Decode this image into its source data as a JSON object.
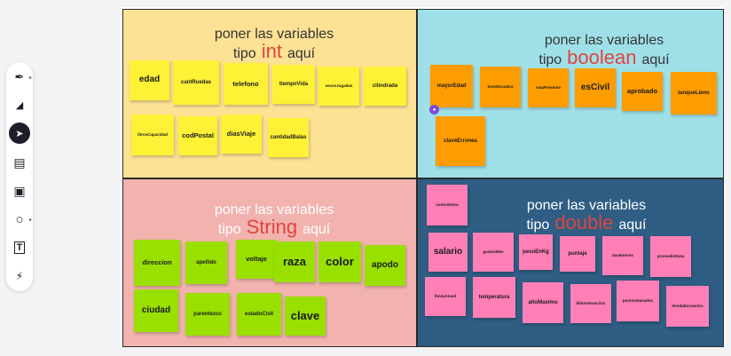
{
  "toolbar": {
    "tools": [
      {
        "name": "pen-icon",
        "glyph": "✒"
      },
      {
        "name": "eraser-icon",
        "glyph": "◢"
      },
      {
        "name": "select-cursor-icon",
        "glyph": "➤"
      },
      {
        "name": "sticky-note-icon",
        "glyph": "▤"
      },
      {
        "name": "image-icon",
        "glyph": "▣"
      },
      {
        "name": "shape-circle-icon",
        "glyph": "○"
      },
      {
        "name": "text-box-icon",
        "glyph": "T"
      },
      {
        "name": "lightning-icon",
        "glyph": "⚡"
      }
    ]
  },
  "frames": {
    "int": {
      "color": "#fde195",
      "line1": "poner las variables",
      "pre": "tipo",
      "type": "int",
      "post": "aquí",
      "notes": [
        "edad",
        "cantRuedas",
        "telefono",
        "tiempoVida",
        "vecesJugadas",
        "cilindrada",
        "litrosCapacidad",
        "codPostal",
        "diasViaje",
        "cantidadBalas"
      ]
    },
    "boolean": {
      "color": "#9fe0e8",
      "line1": "poner las variables",
      "pre": "tipo",
      "type": "boolean",
      "post": "aquí",
      "notes": [
        "mayorEdad",
        "tieneEscalera",
        "estaPresente",
        "esCivil",
        "aprobado",
        "tanqueLleno",
        "claveErronea"
      ]
    },
    "string": {
      "color": "#f2b2ae",
      "line1": "poner las variables",
      "pre": "tipo",
      "type": "String",
      "post": "aquí",
      "notes": [
        "direccion",
        "apellido",
        "voltaje",
        "raza",
        "color",
        "apodo",
        "ciudad",
        "parentezco",
        "estadoCivil",
        "clave"
      ]
    },
    "double": {
      "color": "#2f5d84",
      "line1": "poner las variables",
      "pre": "tipo",
      "type": "double",
      "post": "aquí",
      "notes": [
        "costoXHora",
        "salario",
        "gastosMes",
        "pesoEnKg",
        "puntaje",
        "tasaInteres",
        "promedioNota",
        "lluviaAnual",
        "temperatura",
        "altoMaximo",
        "kilometrosLitro",
        "puntosGanados",
        "tiendaEncuentra"
      ]
    }
  }
}
